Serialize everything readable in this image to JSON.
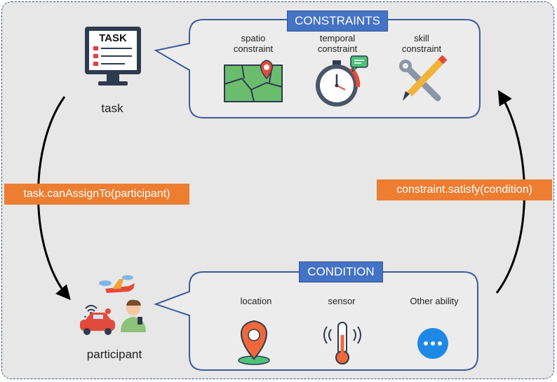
{
  "task": {
    "icon_text": "TASK",
    "label": "task"
  },
  "participant": {
    "label": "participant"
  },
  "constraints": {
    "title": "CONSTRAINTS",
    "items": [
      {
        "label": "spatio\nconstraint",
        "icon": "map-pin-icon"
      },
      {
        "label": "temporal\nconstraint",
        "icon": "stopwatch-icon"
      },
      {
        "label": "skill\nconstraint",
        "icon": "tools-icon"
      }
    ]
  },
  "condition": {
    "title": "CONDITION",
    "items": [
      {
        "label": "location",
        "icon": "location-pin-icon"
      },
      {
        "label": "sensor",
        "icon": "thermometer-icon"
      },
      {
        "label": "Other ability",
        "icon": "more-icon"
      }
    ]
  },
  "relations": {
    "assign": "task.canAssignTo(participant)",
    "satisfy": "constraint.satisfy(condition)"
  },
  "colors": {
    "box_stroke": "#3d5a99",
    "header_fill": "#4472c4",
    "relation_fill": "#ed7d31",
    "background": "#e7e7e7"
  }
}
